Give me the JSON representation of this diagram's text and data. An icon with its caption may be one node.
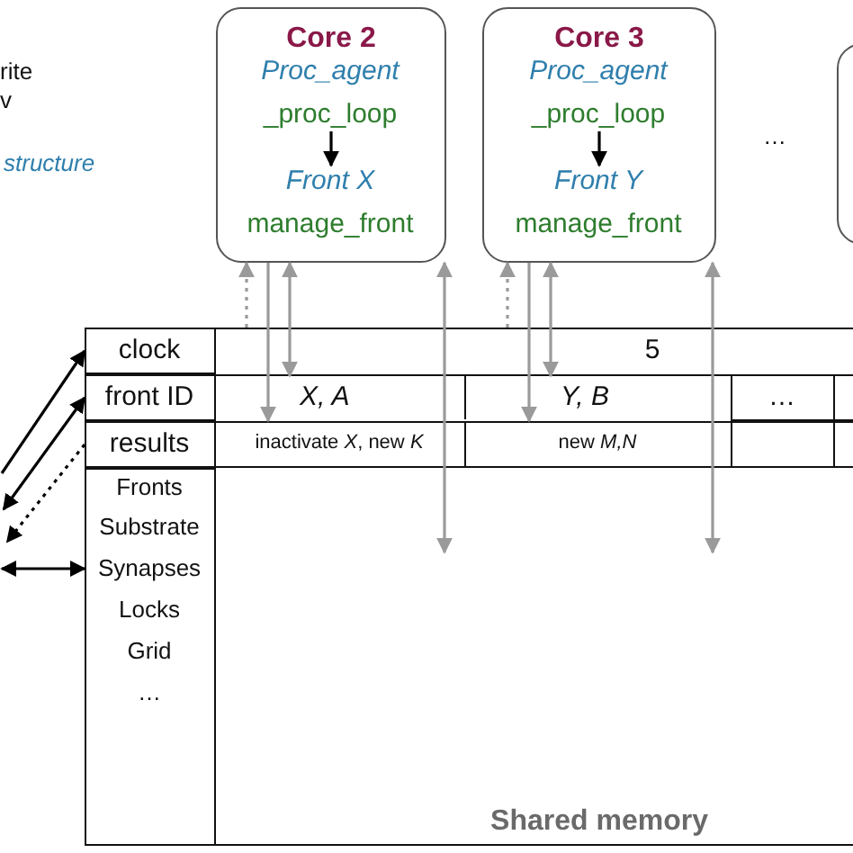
{
  "diagram": {
    "nodes": [
      {
        "text": [
          "Core 2"
        ]
      },
      {
        "text": [
          "Proc_agent",
          "_proc_loop"
        ],
        "in": 0
      },
      {
        "text": [
          "*Front* X",
          "manage_front"
        ],
        "in": 0
      },
      {
        "text": [
          "Core 3"
        ]
      },
      {
        "text": [
          "Proc_agent",
          "_proc_loop"
        ],
        "in": 3
      },
      {
        "text": [
          "*Front* Y",
          "manage_front"
        ],
        "in": 3
      },
      {
        "text": [],
        "shape": "box"
      },
      {
        "text": [
          "Shared memory"
        ]
      },
      {
        "text": [
          "clock"
        ],
        "in": 7
      },
      {
        "text": [
          "front ID"
        ],
        "in": 7
      },
      {
        "text": [
          "results"
        ],
        "in": 7
      },
      {
        "text": [
          "Fronts",
          "Substrate",
          "Synapses",
          "Locks",
          "Grid",
          "…"
        ],
        "in": 7
      },
      {
        "text": [
          "5"
        ],
        "in": 7
      },
      {
        "text": [
          "X, A"
        ],
        "in": 7
      },
      {
        "text": [
          "Y, B"
        ],
        "in": 7
      },
      {
        "text": [
          "…"
        ],
        "in": 7
      },
      {
        "text": [],
        "shape": "box",
        "in": 7
      },
      {
        "text": [
          "inactivate *X*, new *K*"
        ],
        "in": 7
      },
      {
        "text": [
          "new *M,N*"
        ],
        "in": 7
      },
      {
        "text": [],
        "shape": "box",
        "in": 7
      },
      {
        "text": [],
        "shape": "box",
        "in": 7
      }
    ],
    "edges": [
      {
        "from": 1,
        "to": 2,
        "arrow": "to",
        "color": "#000000"
      },
      {
        "from": 7,
        "to": 0,
        "arrow": "to",
        "style": "dashed"
      },
      {
        "from": 0,
        "to": 13,
        "arrow": "both"
      },
      {
        "from": 0,
        "to": 17,
        "arrow": "to"
      },
      {
        "from": null,
        "to": 0,
        "arrow": "both"
      },
      {
        "from": 4,
        "to": 5,
        "arrow": "to",
        "color": "#000000"
      },
      {
        "from": 7,
        "to": 3,
        "arrow": "to",
        "style": "dashed"
      },
      {
        "from": 3,
        "to": 14,
        "arrow": "both"
      },
      {
        "from": 3,
        "to": 18,
        "arrow": "to"
      },
      {
        "from": null,
        "to": 3,
        "arrow": "both"
      },
      {
        "from": null,
        "to": 8,
        "arrow": "to",
        "color": "#000000"
      },
      {
        "from": null,
        "to": 9,
        "arrow": "both",
        "color": "#000000"
      },
      {
        "from": 10,
        "to": null,
        "arrow": "to",
        "style": "dashed",
        "color": "#000000"
      },
      {
        "from": null,
        "to": 11,
        "arrow": "both",
        "color": "#000000"
      }
    ],
    "labels": [
      "rite",
      "v",
      "structure",
      "…"
    ]
  }
}
